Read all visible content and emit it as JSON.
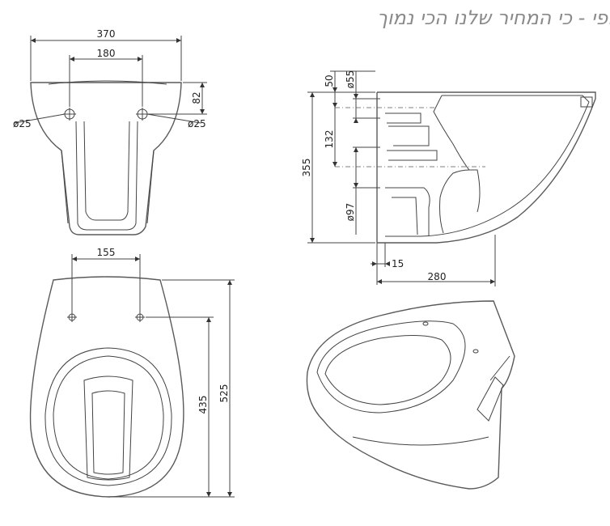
{
  "caption": "מחיר סופי - כי המחיר שלנו הכי נמוך",
  "dimensions": {
    "top_width": "370",
    "top_spacing": "180",
    "top_depth": "82",
    "hole_left": "ø25",
    "hole_right": "ø25",
    "side_50": "50",
    "side_outlet": "ø55",
    "side_132": "132",
    "side_height": "355",
    "side_inlet": "ø97",
    "side_15": "15",
    "side_280": "280",
    "plan_spacing": "155",
    "plan_435": "435",
    "plan_525": "525"
  }
}
